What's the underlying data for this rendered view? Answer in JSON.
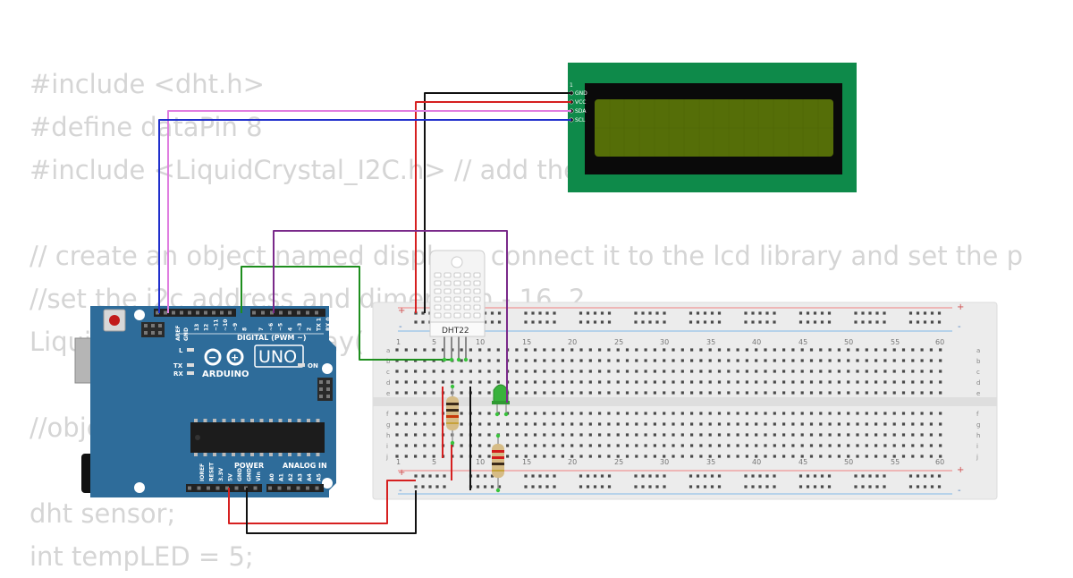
{
  "code_lines": [
    "#include <dht.h>",
    "#define dataPin 8",
    "#include <LiquidCrystal_I2C.h> // add the",
    "",
    "// create an object named display - connect it to the lcd library and set the p",
    "//set the i2c address and dimension - 16, 2",
    "LiquidCrystal_I2C display(",
    "",
    "//object",
    "",
    "dht sensor;",
    "int tempLED = 5;"
  ],
  "arduino": {
    "brand": "ARDUINO",
    "model": "UNO",
    "digital_label": "DIGITAL (PWM ~)",
    "power_label": "POWER",
    "analog_label": "ANALOG IN",
    "on_label": "ON",
    "l_label": "L",
    "tx_label": "TX",
    "rx_label": "RX",
    "aref_label": "AREF",
    "gnd_label": "GND",
    "digital_pins": [
      "13",
      "12",
      "~11",
      "~10",
      "~9",
      "8",
      "7",
      "~6",
      "~5",
      "4",
      "~3",
      "2",
      "TX 1",
      "RX 0"
    ],
    "power_pins": [
      "IOREF",
      "RESET",
      "3.3V",
      "5V",
      "GND",
      "GND",
      "Vin"
    ],
    "analog_pins": [
      "A0",
      "A1",
      "A2",
      "A3",
      "A4",
      "A5"
    ]
  },
  "lcd": {
    "pins": [
      "GND",
      "VCC",
      "SDA",
      "SCL"
    ],
    "pin1_marker": "1"
  },
  "sensor": {
    "label": "DHT22"
  },
  "breadboard": {
    "column_numbers": [
      "1",
      "5",
      "10",
      "15",
      "20",
      "25",
      "30",
      "35",
      "40",
      "45",
      "50",
      "55",
      "60"
    ],
    "rows_top": [
      "a",
      "b",
      "c",
      "d",
      "e"
    ],
    "rows_bottom": [
      "f",
      "g",
      "h",
      "i",
      "j"
    ],
    "plus": "+",
    "minus": "-"
  },
  "colors": {
    "board_blue": "#2e6c9a",
    "lcd_pcb": "#0e8a4a",
    "lcd_screen": "#556e08",
    "wire_red": "#d62020",
    "wire_black": "#111111",
    "wire_blue": "#1f2fcc",
    "wire_pink": "#e07ee0",
    "wire_green": "#1e8e1e",
    "wire_purple": "#7a2a8a",
    "led_green": "#39b23c"
  }
}
